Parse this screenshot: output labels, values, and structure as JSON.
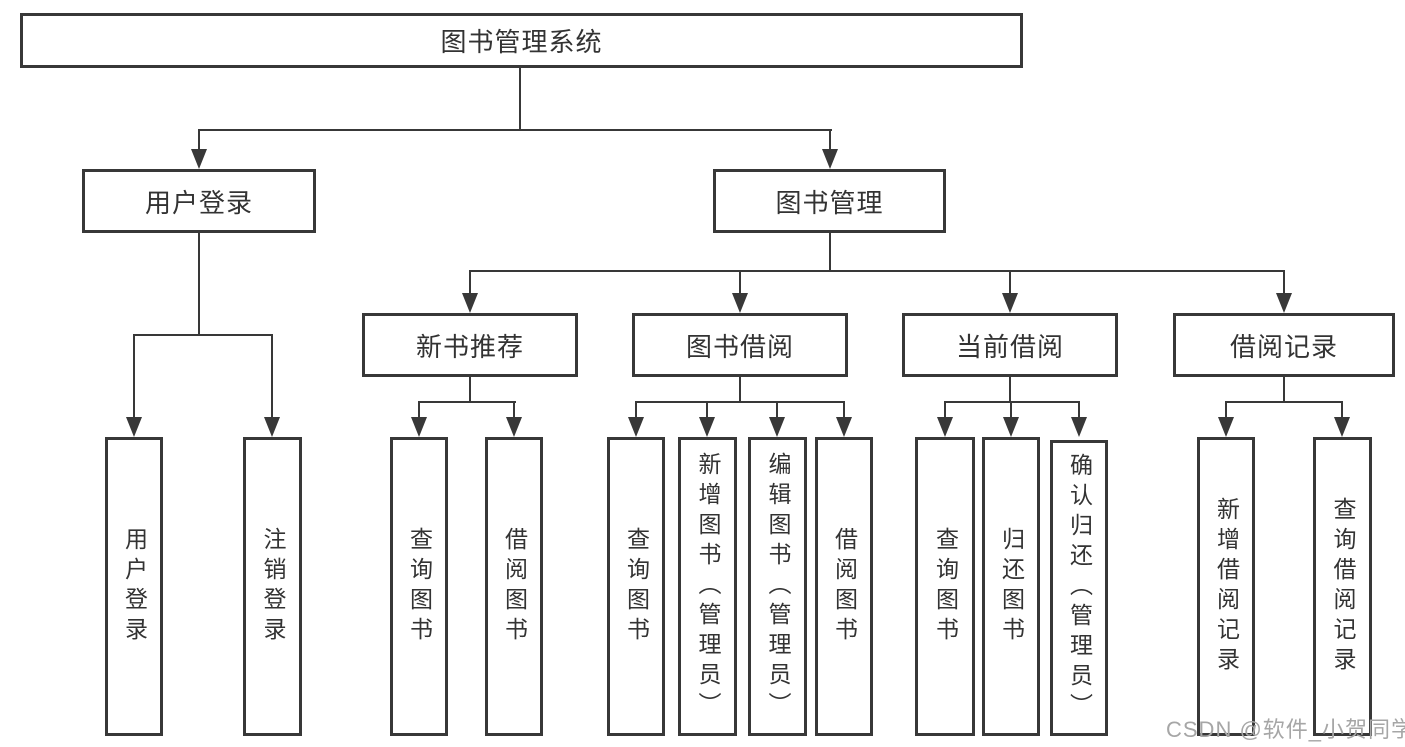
{
  "diagram_type": "tree-structure-chart",
  "colors": {
    "line": "#383838",
    "text": "#333333",
    "box_fill": "#ffffff",
    "watermark": "#a6a6a6",
    "background": "#ffffff"
  },
  "nodes": {
    "root": "图书管理系统",
    "user_login": "用户登录",
    "book_management": "图书管理",
    "new_book_recommend": "新书推荐",
    "book_borrow": "图书借阅",
    "current_borrow": "当前借阅",
    "borrow_records": "借阅记录"
  },
  "leaves": {
    "user_login": "用户登录",
    "logout": "注销登录",
    "recommend_query_books": "查询图书",
    "recommend_borrow_books": "借阅图书",
    "borrow_query_books": "查询图书",
    "borrow_add_books": "新增图书（管理员）",
    "borrow_edit_books": "编辑图书（管理员）",
    "borrow_borrow_books": "借阅图书",
    "current_query_books": "查询图书",
    "current_return_books": "归还图书",
    "current_confirm_return": "确认归还（管理员）",
    "records_add": "新增借阅记录",
    "records_query": "查询借阅记录"
  },
  "watermark": "CSDN @软件_小贺同学"
}
